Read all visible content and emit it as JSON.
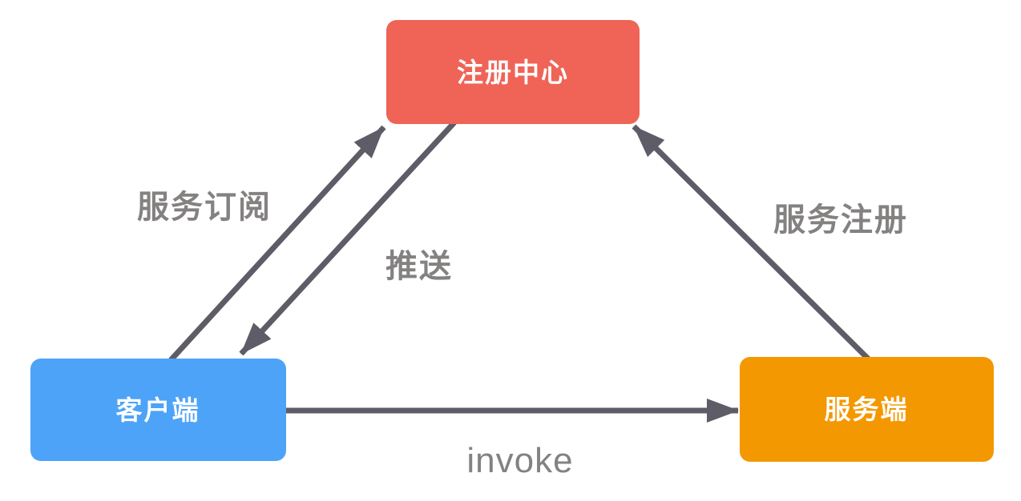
{
  "diagram": {
    "nodes": {
      "registry": {
        "label": "注册中心",
        "color": "#ef6456",
        "text_color": "#ffffff"
      },
      "client": {
        "label": "客户端",
        "color": "#4da3f8",
        "text_color": "#ffffff"
      },
      "server": {
        "label": "服务端",
        "color": "#f39800",
        "text_color": "#ffffff"
      }
    },
    "edges": {
      "subscribe": {
        "label": "服务订阅",
        "from": "client",
        "to": "registry"
      },
      "push": {
        "label": "推送",
        "from": "registry",
        "to": "client"
      },
      "register": {
        "label": "服务注册",
        "from": "server",
        "to": "registry"
      },
      "invoke": {
        "label": "invoke",
        "from": "client",
        "to": "server"
      }
    },
    "colors": {
      "arrow": "#5e5c66",
      "edge_label": "#848181",
      "background": "#ffffff"
    }
  }
}
